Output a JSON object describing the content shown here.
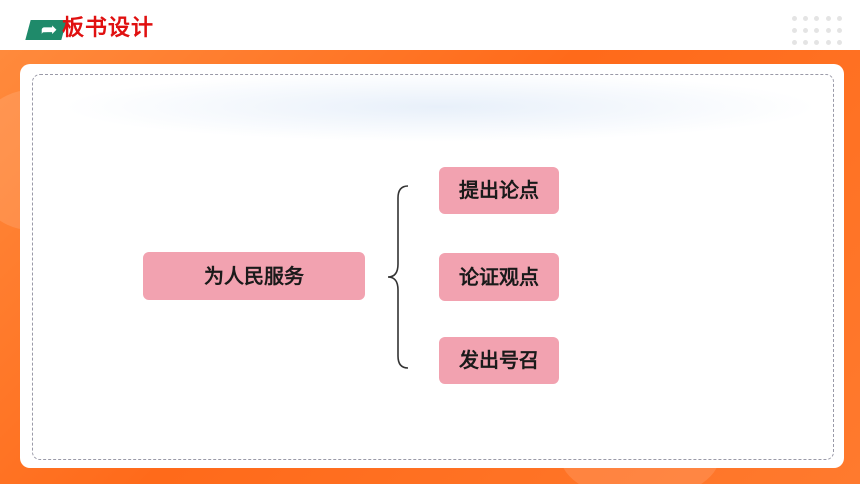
{
  "header": {
    "title": "板书设计",
    "icon": "runner-icon"
  },
  "diagram": {
    "main_topic": "为人民服务",
    "branches": [
      {
        "label": "提出论点"
      },
      {
        "label": "论证观点"
      },
      {
        "label": "发出号召"
      }
    ]
  },
  "colors": {
    "frame_orange": "#ff6a1a",
    "box_pink": "#f2a2b0",
    "title_red": "#e01010",
    "badge_green": "#1f8a6a"
  }
}
